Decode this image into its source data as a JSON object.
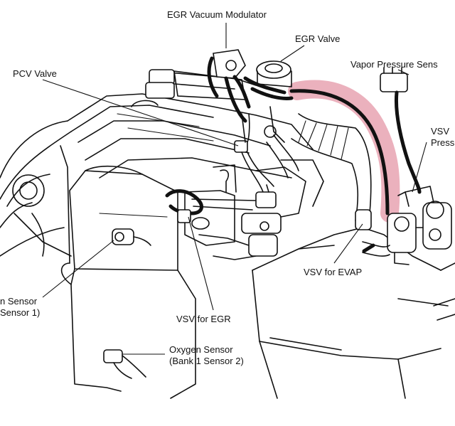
{
  "labels": {
    "egr_vacuum_modulator": "EGR Vacuum Modulator",
    "egr_valve": "EGR Valve",
    "pcv_valve": "PCV Valve",
    "vapor_pressure_sensor": "Vapor Pressure Sens",
    "vsv_pressure_line1": "VSV",
    "vsv_pressure_line2": "Press",
    "vsv_for_evap": "VSV for EVAP",
    "vsv_for_egr": "VSV for EGR",
    "oxygen_sensor_1_line1": "n Sensor",
    "oxygen_sensor_1_line2": "Sensor 1)",
    "oxygen_sensor_2_line1": "Oxygen Sensor",
    "oxygen_sensor_2_line2": "(Bank 1 Sensor 2)"
  },
  "colors": {
    "line": "#111111",
    "highlight": "#e8a3b2",
    "background": "#ffffff"
  }
}
